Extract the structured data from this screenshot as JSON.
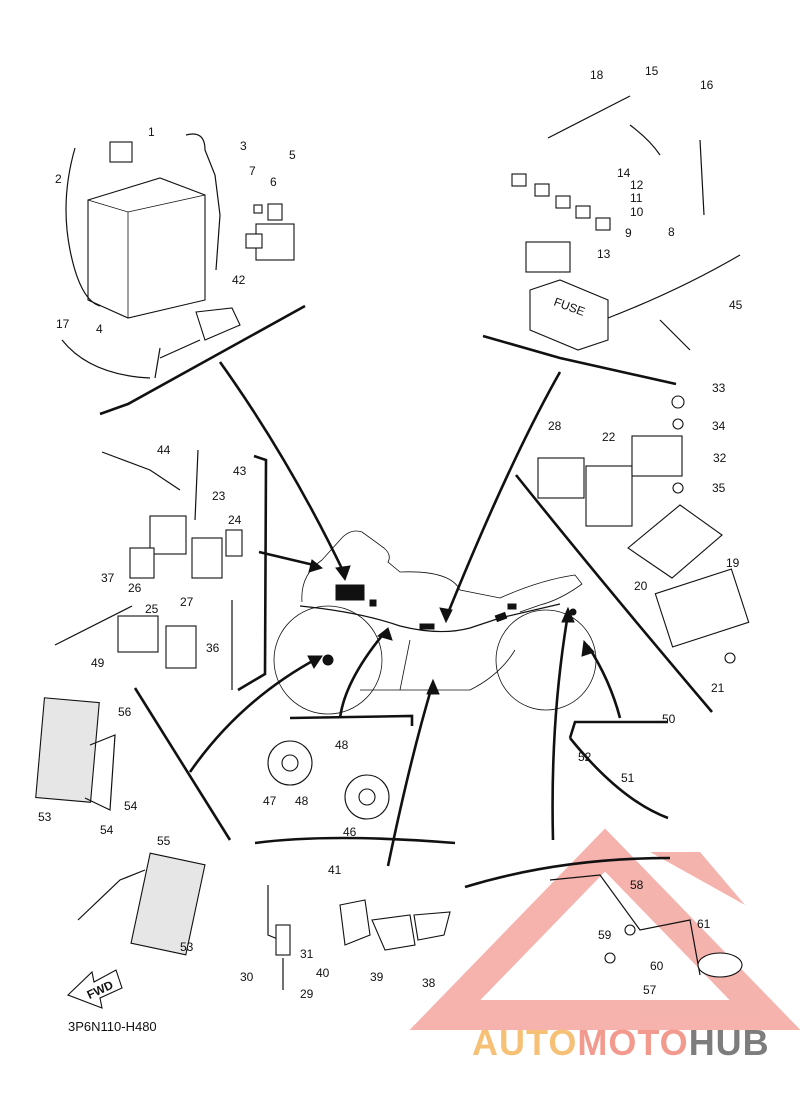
{
  "diagram": {
    "code": "3P6N110-H480",
    "fwd_label": "FWD",
    "fuse_label": "FUSE",
    "watermark": {
      "part1": "AUTO",
      "part2": "MOTO",
      "part3": "HUB"
    },
    "part_numbers": [
      "1",
      "2",
      "3",
      "4",
      "5",
      "6",
      "7",
      "8",
      "9",
      "10",
      "11",
      "12",
      "13",
      "14",
      "15",
      "16",
      "17",
      "18",
      "19",
      "20",
      "21",
      "22",
      "23",
      "24",
      "25",
      "26",
      "27",
      "28",
      "29",
      "30",
      "31",
      "32",
      "33",
      "34",
      "35",
      "36",
      "37",
      "38",
      "39",
      "40",
      "41",
      "42",
      "43",
      "44",
      "45",
      "46",
      "47",
      "48",
      "49",
      "50",
      "51",
      "52",
      "53",
      "54",
      "55",
      "56",
      "57",
      "58",
      "59",
      "60",
      "61"
    ],
    "colors": {
      "line": "#111111",
      "watermark_triangle": "#f4a6a0",
      "watermark_auto": "#f6c177",
      "watermark_moto": "#f39a8f",
      "watermark_hub": "#7d7d7d"
    }
  }
}
